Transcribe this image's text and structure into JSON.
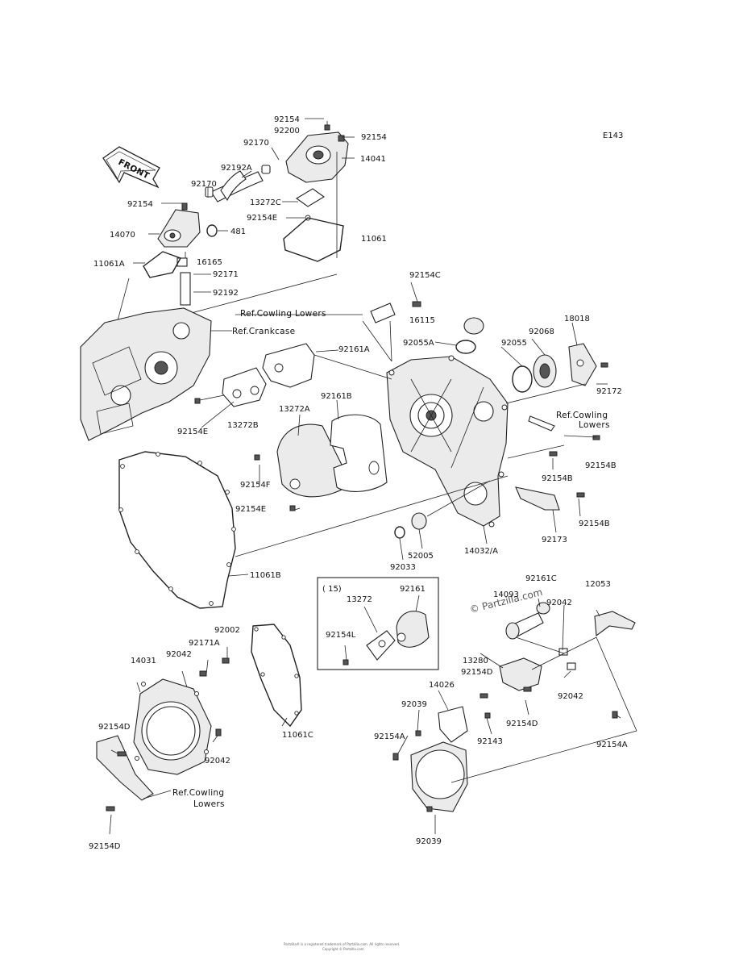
{
  "diagram": {
    "code": "E143",
    "front_label": "FRONT",
    "watermark": "© Partzilla.com",
    "inset_label": "( 15)",
    "footer_line1": "Partzilla® is a registered trademark of Partzilla.com. All rights reserved.",
    "footer_line2": "Copyright © Partzilla.com"
  },
  "refs": {
    "cowling_lowers_1": "Ref.Cowling Lowers",
    "crankcase": "Ref.Crankcase",
    "cowling_lowers_2a": "Ref.Cowling",
    "cowling_lowers_2b": "Lowers",
    "cowling_lowers_3a": "Ref.Cowling",
    "cowling_lowers_3b": "Lowers"
  },
  "parts": [
    {
      "id": "92154-top",
      "text": "92154"
    },
    {
      "id": "92200",
      "text": "92200"
    },
    {
      "id": "92154-right-top",
      "text": "92154"
    },
    {
      "id": "92170-top",
      "text": "92170"
    },
    {
      "id": "14041",
      "text": "14041"
    },
    {
      "id": "92192A",
      "text": "92192A"
    },
    {
      "id": "92170-mid",
      "text": "92170"
    },
    {
      "id": "13272C",
      "text": "13272C"
    },
    {
      "id": "92154-left",
      "text": "92154"
    },
    {
      "id": "92154E-top",
      "text": "92154E"
    },
    {
      "id": "14070",
      "text": "14070"
    },
    {
      "id": "481",
      "text": "481"
    },
    {
      "id": "11061",
      "text": "11061"
    },
    {
      "id": "16165",
      "text": "16165"
    },
    {
      "id": "11061A",
      "text": "11061A"
    },
    {
      "id": "92171",
      "text": "92171"
    },
    {
      "id": "92192",
      "text": "92192"
    },
    {
      "id": "92154C",
      "text": "92154C"
    },
    {
      "id": "16115",
      "text": "16115"
    },
    {
      "id": "18018",
      "text": "18018"
    },
    {
      "id": "92055A",
      "text": "92055A"
    },
    {
      "id": "92055",
      "text": "92055"
    },
    {
      "id": "92068",
      "text": "92068"
    },
    {
      "id": "92161A",
      "text": "92161A"
    },
    {
      "id": "92172",
      "text": "92172"
    },
    {
      "id": "92161B",
      "text": "92161B"
    },
    {
      "id": "13272A",
      "text": "13272A"
    },
    {
      "id": "92154E-left",
      "text": "92154E"
    },
    {
      "id": "13272B",
      "text": "13272B"
    },
    {
      "id": "92154B-right",
      "text": "92154B"
    },
    {
      "id": "92154B-mid",
      "text": "92154B"
    },
    {
      "id": "92154F",
      "text": "92154F"
    },
    {
      "id": "92154E-low",
      "text": "92154E"
    },
    {
      "id": "92154B-low",
      "text": "92154B"
    },
    {
      "id": "92173",
      "text": "92173"
    },
    {
      "id": "52005",
      "text": "52005"
    },
    {
      "id": "14032A",
      "text": "14032/A"
    },
    {
      "id": "92033",
      "text": "92033"
    },
    {
      "id": "11061B",
      "text": "11061B"
    },
    {
      "id": "92161-inset",
      "text": "92161"
    },
    {
      "id": "13272-inset",
      "text": "13272"
    },
    {
      "id": "92154L",
      "text": "92154L"
    },
    {
      "id": "92161C",
      "text": "92161C"
    },
    {
      "id": "14093",
      "text": "14093"
    },
    {
      "id": "12053",
      "text": "12053"
    },
    {
      "id": "92042-right",
      "text": "92042"
    },
    {
      "id": "92002",
      "text": "92002"
    },
    {
      "id": "92171A",
      "text": "92171A"
    },
    {
      "id": "92042-left",
      "text": "92042"
    },
    {
      "id": "14031",
      "text": "14031"
    },
    {
      "id": "13280",
      "text": "13280"
    },
    {
      "id": "92154D-r1",
      "text": "92154D"
    },
    {
      "id": "92042-r2",
      "text": "92042"
    },
    {
      "id": "14026",
      "text": "14026"
    },
    {
      "id": "92039-top",
      "text": "92039"
    },
    {
      "id": "92154D-r2",
      "text": "92154D"
    },
    {
      "id": "92154D-left",
      "text": "92154D"
    },
    {
      "id": "11061C",
      "text": "11061C"
    },
    {
      "id": "92143",
      "text": "92143"
    },
    {
      "id": "92154A-left",
      "text": "92154A"
    },
    {
      "id": "92154A-right",
      "text": "92154A"
    },
    {
      "id": "92042-low",
      "text": "92042"
    },
    {
      "id": "92154D-bottom",
      "text": "92154D"
    },
    {
      "id": "92039-bottom",
      "text": "92039"
    }
  ]
}
